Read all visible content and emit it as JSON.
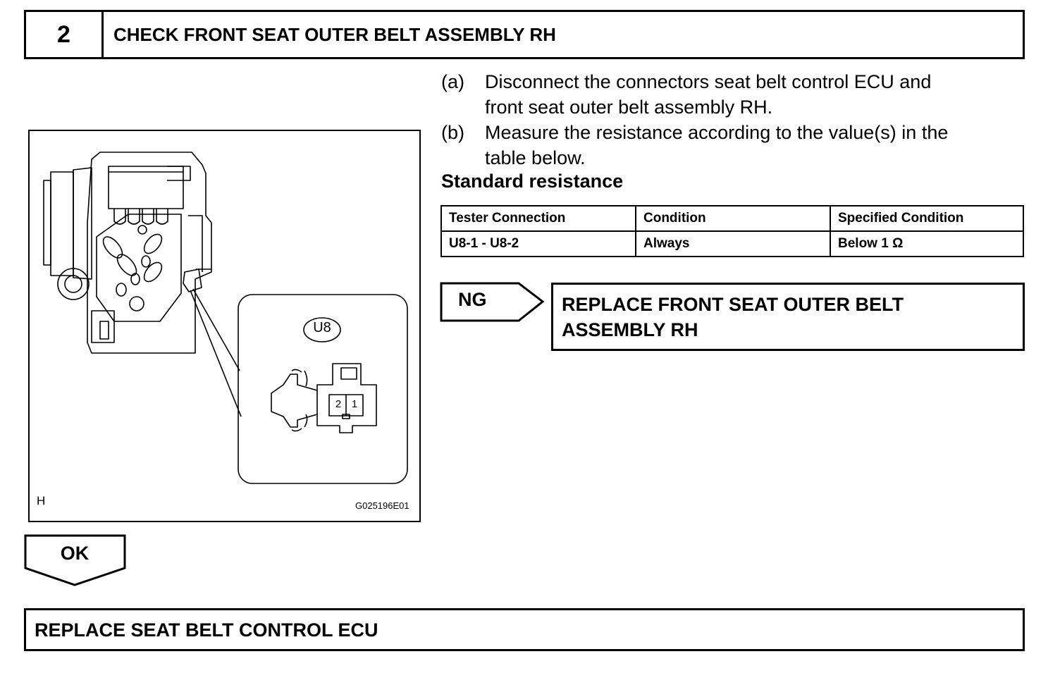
{
  "step": {
    "number": "2",
    "title": "CHECK FRONT SEAT OUTER BELT ASSEMBLY RH"
  },
  "figure": {
    "corner_label": "H",
    "figure_code": "G025196E01",
    "connector_label": "U8",
    "pin_labels": [
      "2",
      "1"
    ]
  },
  "instructions": [
    {
      "marker": "(a)",
      "lines": [
        "Disconnect the connectors seat belt control ECU and",
        "front seat outer belt assembly RH."
      ]
    },
    {
      "marker": "(b)",
      "lines": [
        "Measure the resistance according to the value(s) in the",
        "table below."
      ]
    }
  ],
  "standard": {
    "title": "Standard resistance",
    "headers": [
      "Tester Connection",
      "Condition",
      "Specified Condition"
    ],
    "rows": [
      [
        "U8-1 - U8-2",
        "Always",
        "Below 1 Ω"
      ]
    ]
  },
  "results": {
    "ng_label": "NG",
    "ng_action_lines": [
      "REPLACE FRONT SEAT OUTER BELT",
      "ASSEMBLY RH"
    ],
    "ok_label": "OK",
    "ok_action": "REPLACE SEAT BELT CONTROL ECU"
  }
}
